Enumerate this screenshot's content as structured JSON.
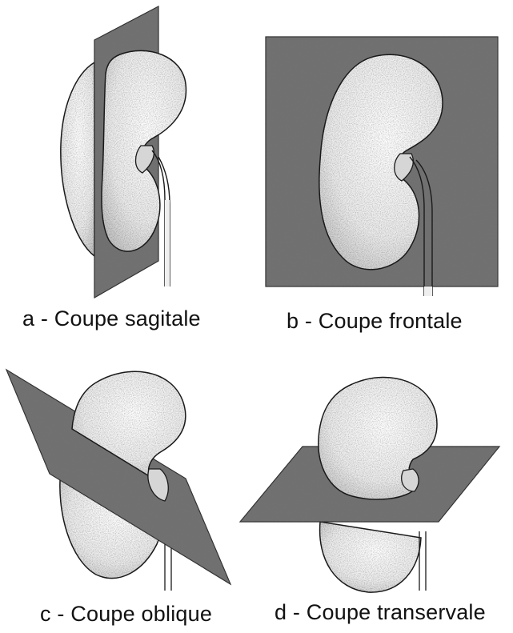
{
  "colors": {
    "plane": "#6e6e6e",
    "kidney": "#ececec",
    "outline": "#1a1a1a",
    "background": "#ffffff"
  },
  "panels": [
    {
      "id": "a",
      "caption": "a - Coupe sagitale"
    },
    {
      "id": "b",
      "caption": "b - Coupe frontale"
    },
    {
      "id": "c",
      "caption": "c - Coupe oblique"
    },
    {
      "id": "d",
      "caption": "d - Coupe transervale"
    }
  ]
}
